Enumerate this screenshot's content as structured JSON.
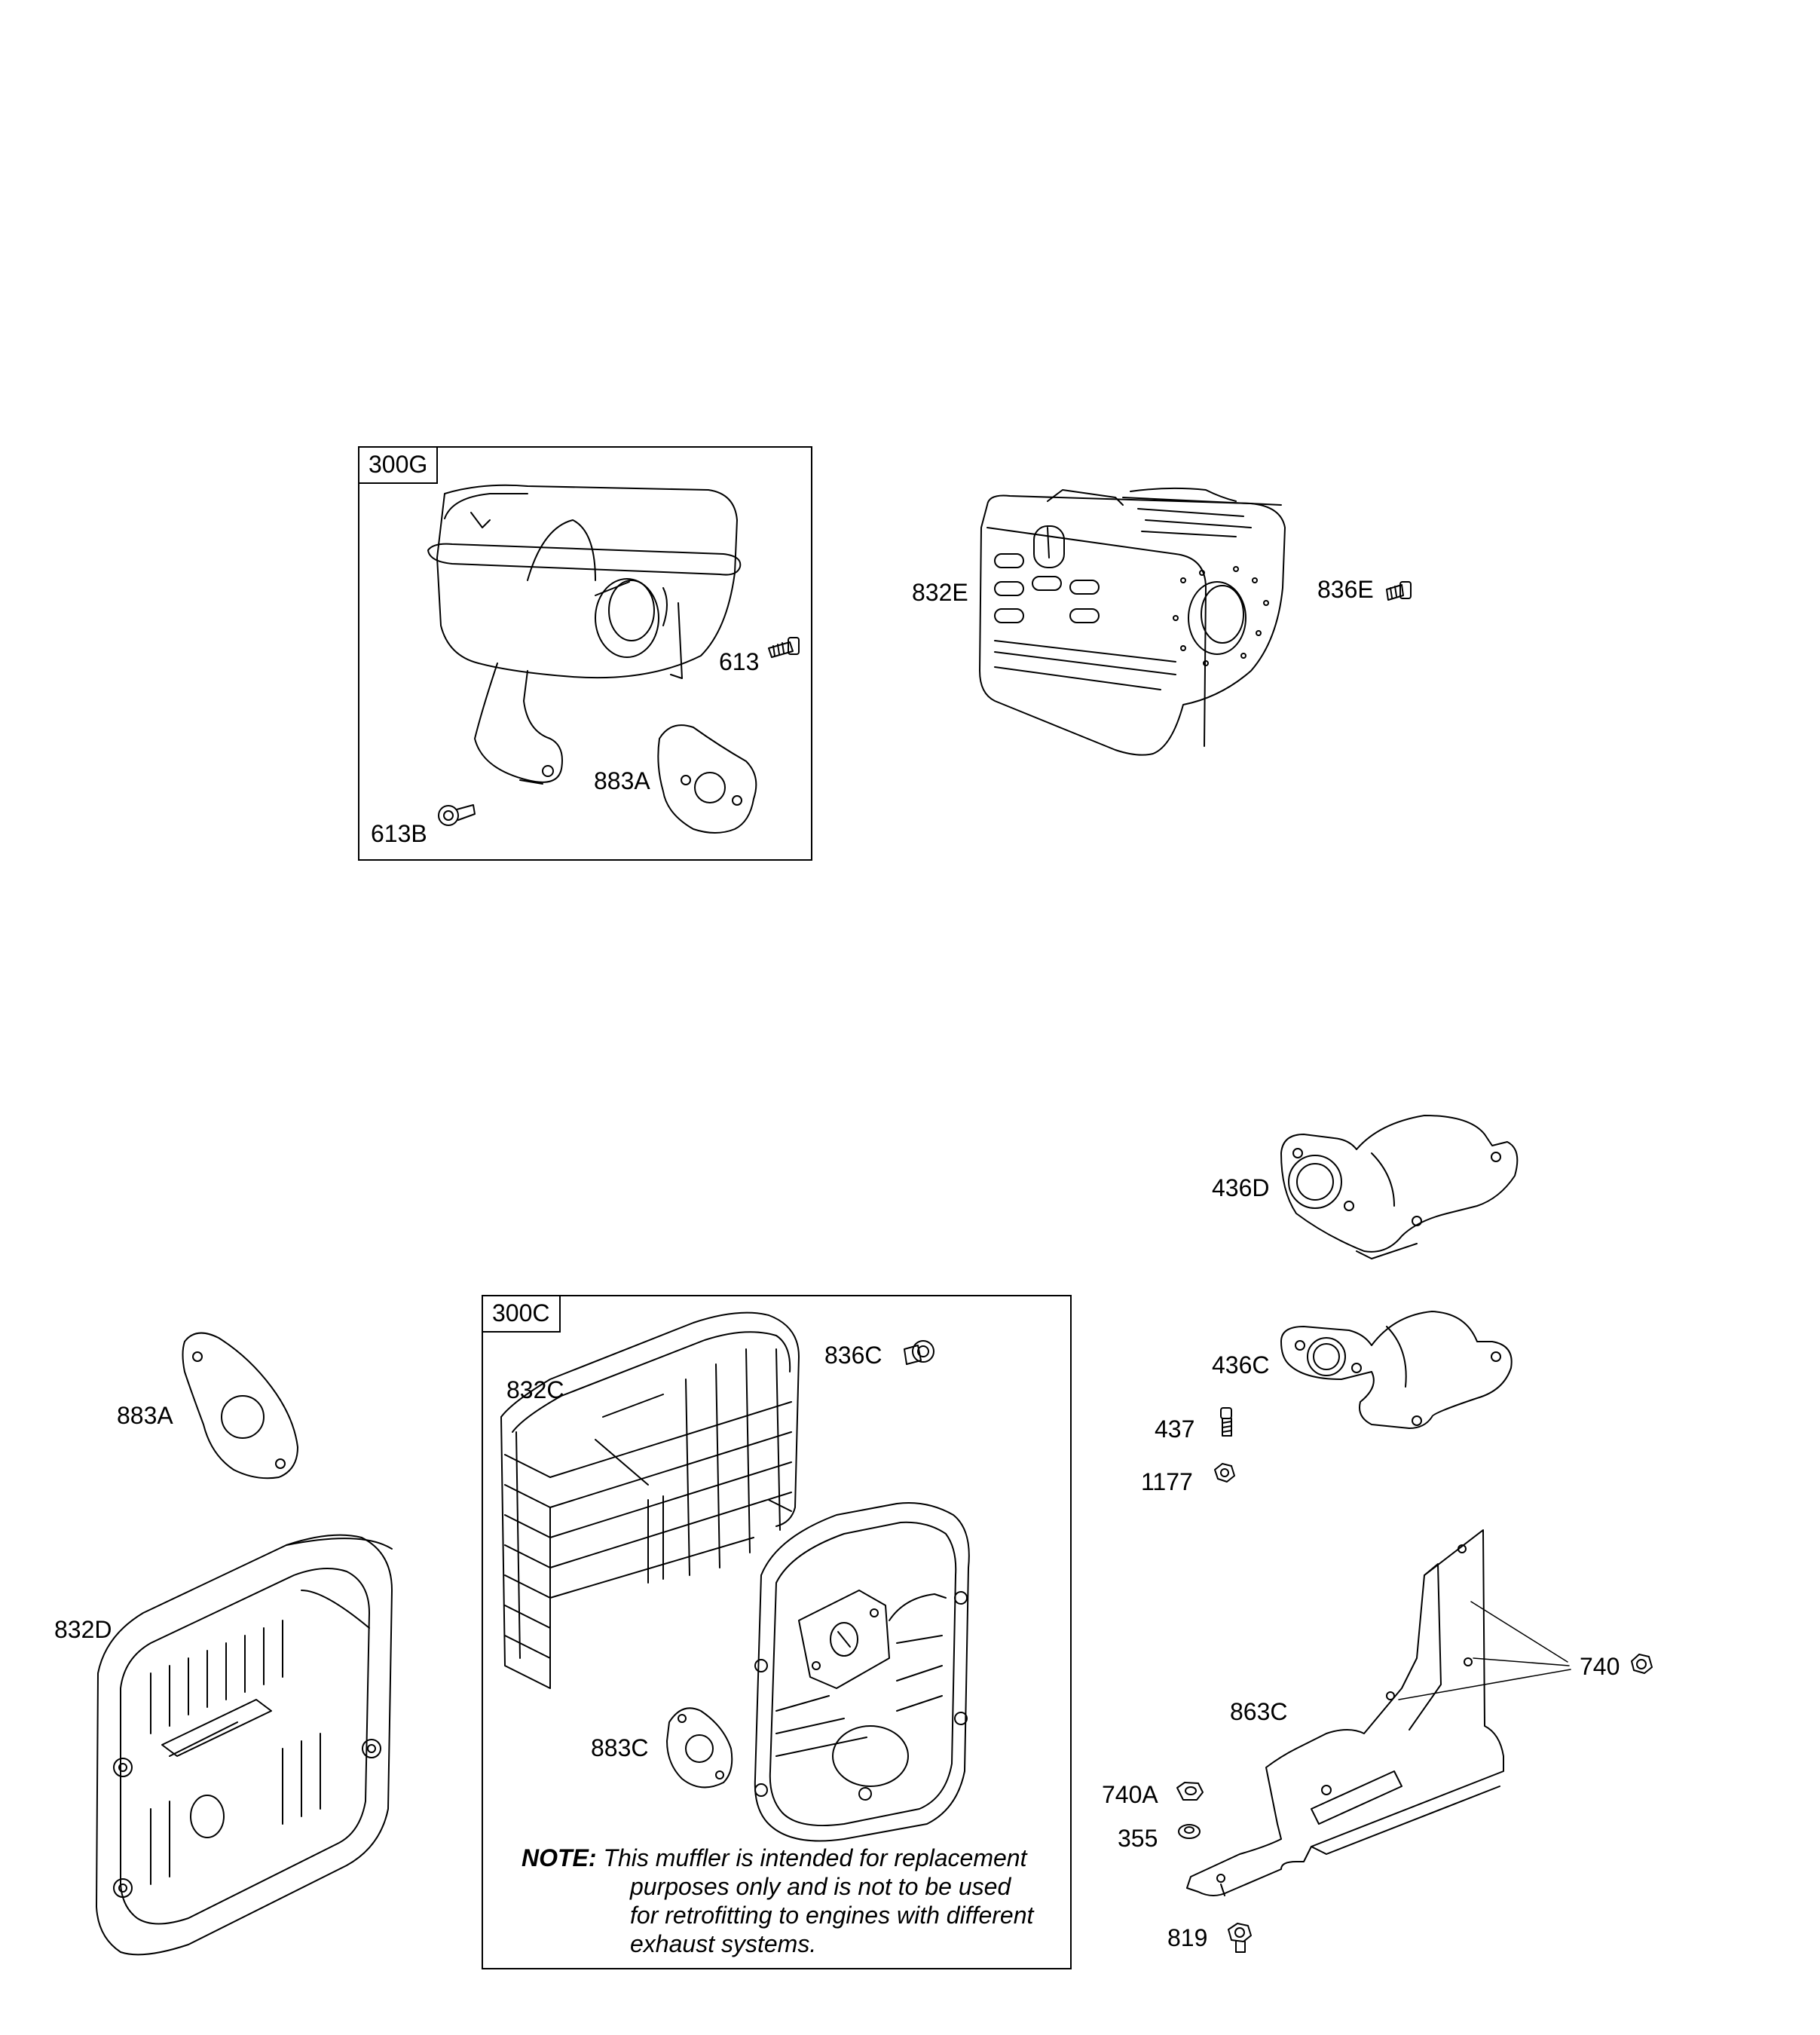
{
  "kits": {
    "kit_300g": {
      "label": "300G"
    },
    "kit_300c": {
      "label": "300C"
    }
  },
  "labels": {
    "l_613": "613",
    "l_613b": "613B",
    "l_883a_top": "883A",
    "l_832e": "832E",
    "l_836e": "836E",
    "l_436d": "436D",
    "l_436c": "436C",
    "l_437": "437",
    "l_1177": "1177",
    "l_883a_left": "883A",
    "l_832d": "832D",
    "l_832c": "832C",
    "l_836c": "836C",
    "l_883c": "883C",
    "l_740": "740",
    "l_863c": "863C",
    "l_740a": "740A",
    "l_355": "355",
    "l_819": "819"
  },
  "note": {
    "heading": "NOTE:",
    "line1": "This muffler is intended for replacement",
    "line2": "purposes only and is not to be used",
    "line3": "for retrofitting to engines with different",
    "line4": "exhaust systems."
  }
}
